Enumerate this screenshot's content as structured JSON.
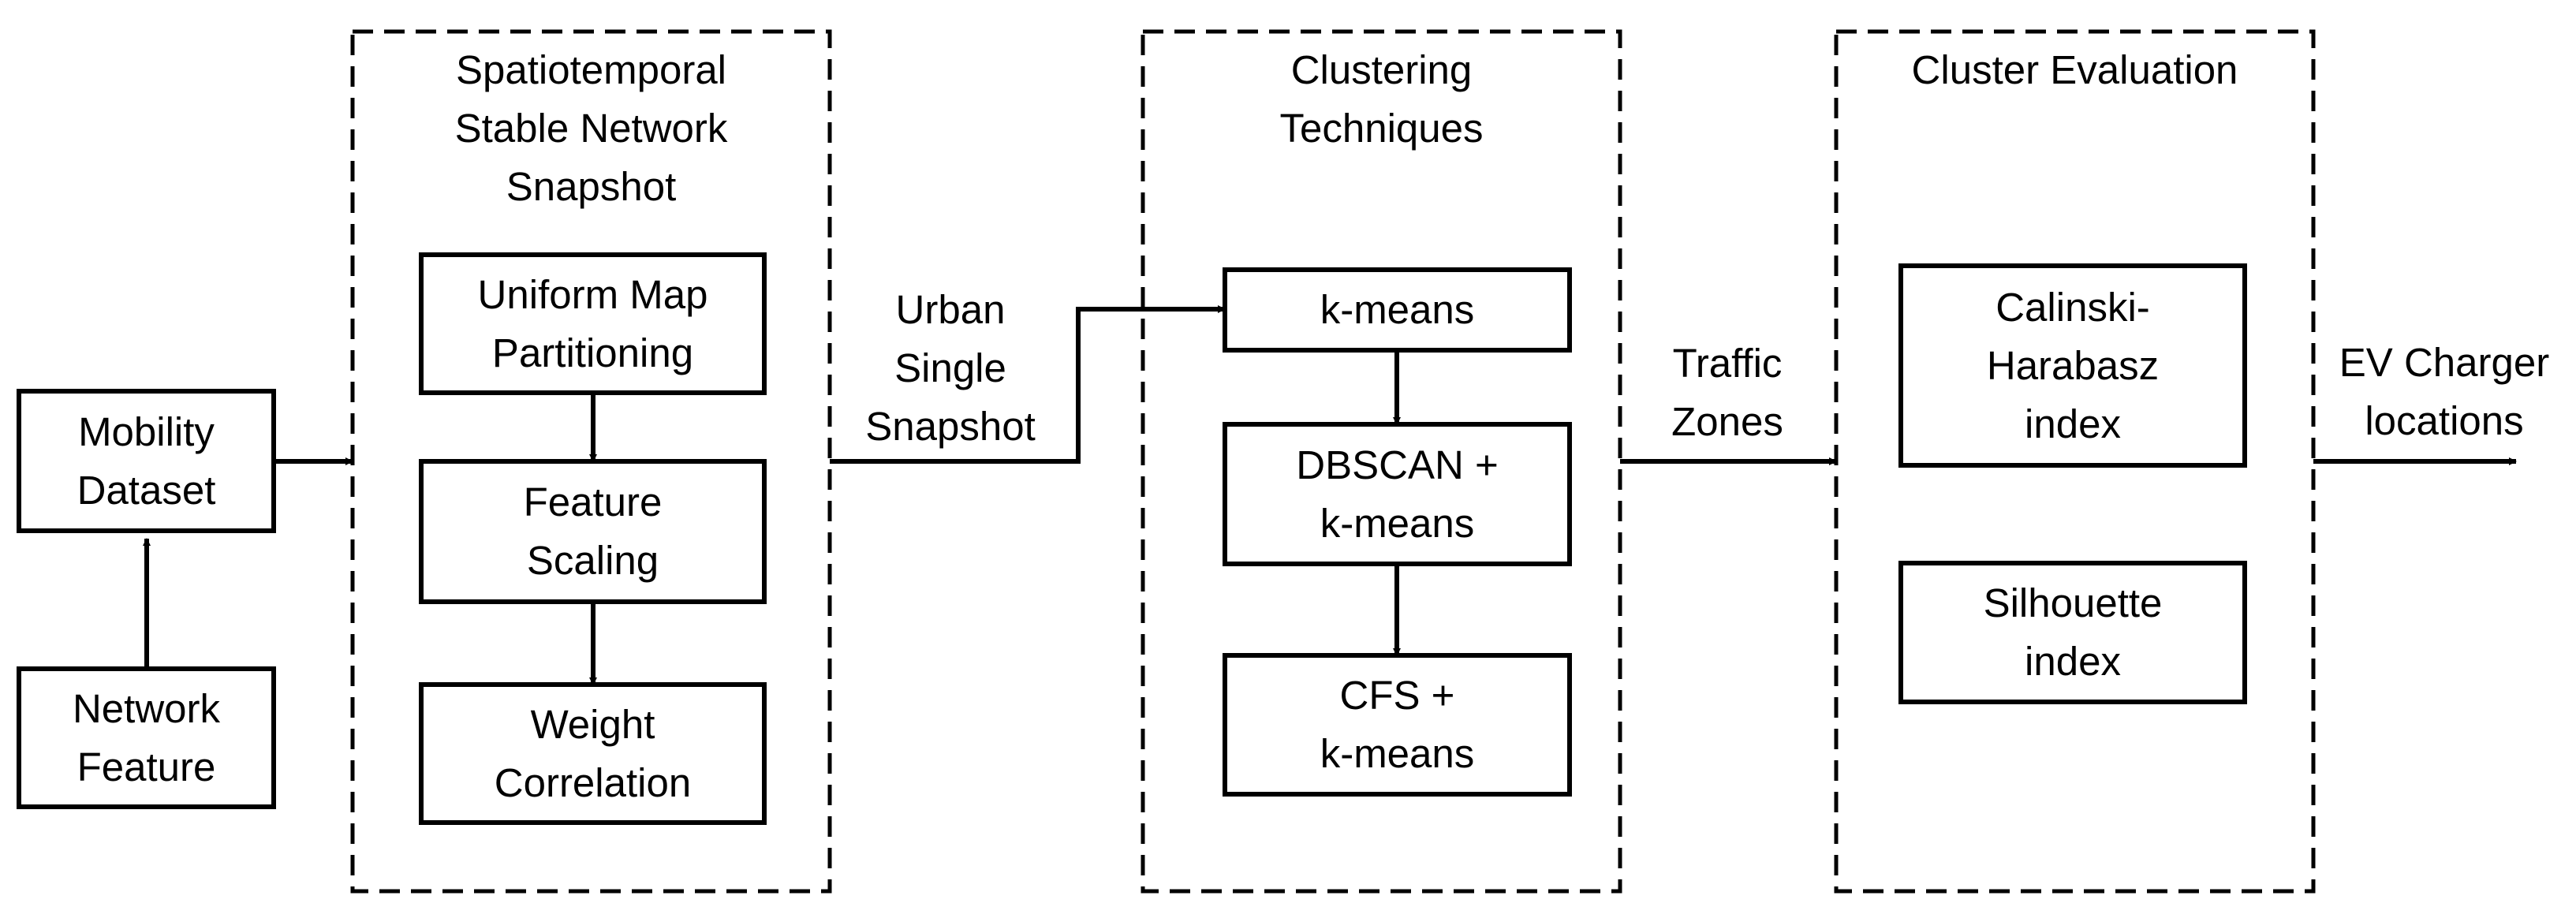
{
  "inputs": {
    "mobility_dataset": [
      "Mobility",
      "Dataset"
    ],
    "network_feature": [
      "Network",
      "Feature"
    ]
  },
  "stage1": {
    "title": [
      "Spatiotemporal",
      "Stable Network",
      "Snapshot"
    ],
    "steps": [
      [
        "Uniform Map",
        "Partitioning"
      ],
      [
        "Feature",
        "Scaling"
      ],
      [
        "Weight",
        "Correlation"
      ]
    ]
  },
  "edge_urban": [
    "Urban",
    "Single",
    "Snapshot"
  ],
  "stage2": {
    "title": [
      "Clustering",
      "Techniques"
    ],
    "steps": [
      [
        "k-means"
      ],
      [
        "DBSCAN +",
        "k-means"
      ],
      [
        "CFS +",
        "k-means"
      ]
    ]
  },
  "edge_traffic": [
    "Traffic",
    "Zones"
  ],
  "stage3": {
    "title": [
      "Cluster Evaluation"
    ],
    "steps": [
      [
        "Calinski-",
        "Harabasz",
        "index"
      ],
      [
        "Silhouette",
        "index"
      ]
    ]
  },
  "output": [
    "EV Charger",
    "locations"
  ]
}
